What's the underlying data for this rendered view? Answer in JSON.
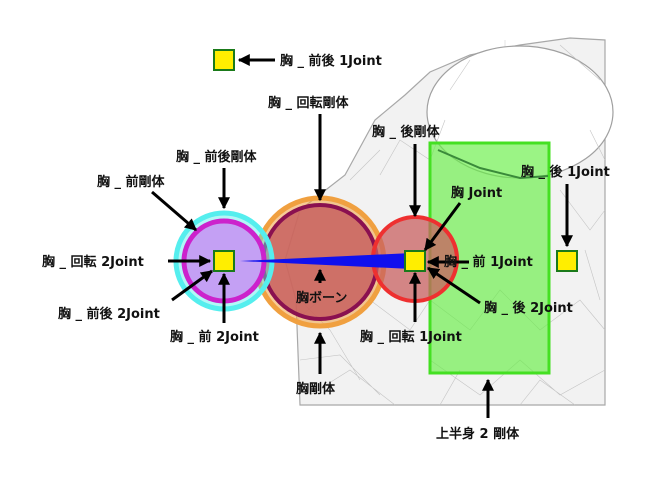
{
  "labels": {
    "mune_zengo_1joint": "胸 _ 前後 1Joint",
    "mune_kaiten_goutai": "胸 _ 回転剛体",
    "mune_ushiro_goutai": "胸 _ 後剛体",
    "mune_zengo_goutai": "胸 _ 前後剛体",
    "mune_ushiro_1joint": "胸 _ 後 1Joint",
    "mune_mae_goutai": "胸 _ 前剛体",
    "mune_joint": "胸 Joint",
    "mune_kaiten_2joint": "胸 _ 回転 2Joint",
    "mune_mae_1joint": "胸 _ 前 1Joint",
    "mune_bone": "胸ボーン",
    "mune_ushiro_2joint": "胸 _ 後 2Joint",
    "mune_zengo_2joint": "胸 _ 前後 2Joint",
    "mune_mae_2joint": "胸 _ 前 2Joint",
    "mune_kaiten_1joint": "胸 _ 回転 1Joint",
    "mune_goutai": "胸剛体",
    "joushinshin_2_goutai": "上半身 2 剛体"
  },
  "colors": {
    "joint_fill": "#ffee00",
    "joint_border": "#1a7a1a",
    "cyan_ring": "#55eeee",
    "magenta_ring": "#cc22cc",
    "purple_fill": "#c4a0f4",
    "orange_ring": "#f0a040",
    "maroon_ring": "#8a1050",
    "red_fill": "#c86060",
    "red_ring": "#ee3030",
    "green_box": "#66ee44",
    "bone_blue": "#1010ee"
  }
}
